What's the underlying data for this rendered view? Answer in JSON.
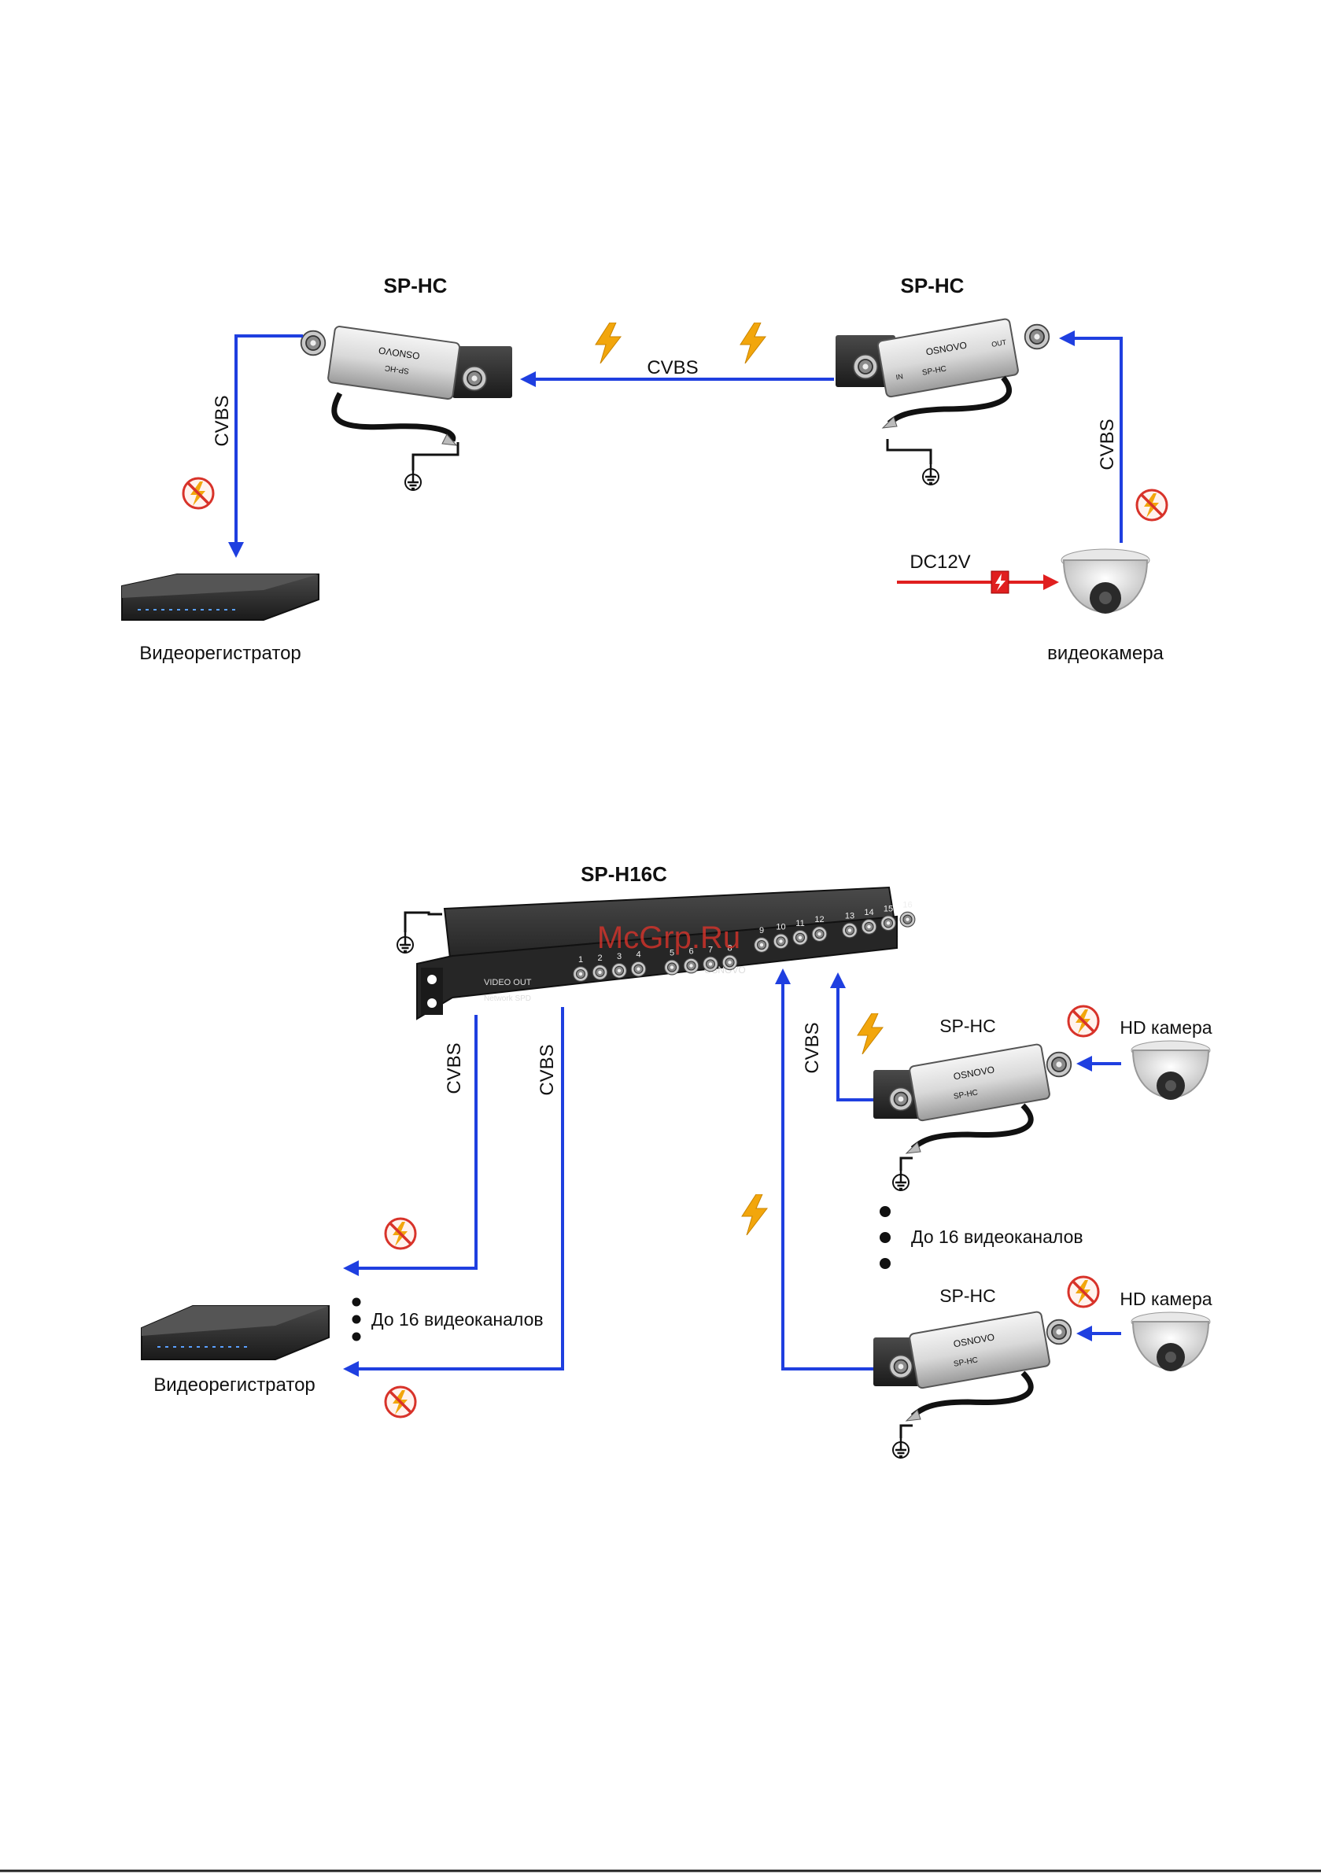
{
  "colors": {
    "signal_line": "#1f3fe0",
    "power_line": "#e01f1f",
    "surge_bolt": "#f2a60c",
    "protected_mark": "#d8332a",
    "device_dark": "#2a2a2a"
  },
  "diagram1": {
    "left_protector_title": "SP-HC",
    "right_protector_title": "SP-HC",
    "link_label": "CVBS",
    "left_drop_label": "CVBS",
    "right_rise_label": "CVBS",
    "power_label": "DC12V",
    "recorder_label": "Видеорегистратор",
    "camera_label": "видеокамера",
    "protector_brand": "OSNOVO",
    "protector_model": "SP-HC",
    "port_in": "IN",
    "port_out": "OUT"
  },
  "diagram2": {
    "rack_title": "SP-H16C",
    "watermark": "McGrp.Ru",
    "rack_brand": "OSNOVO",
    "rack_video_out": "VIDEO OUT",
    "rack_network_spd": "Network SPD",
    "rack_port_numbers": [
      "1",
      "2",
      "3",
      "4",
      "5",
      "6",
      "7",
      "8",
      "9",
      "10",
      "11",
      "12",
      "13",
      "14",
      "15",
      "16"
    ],
    "out_line1_label": "CVBS",
    "out_line2_label": "CVBS",
    "in_line_label": "CVBS",
    "recorder_label": "Видеорегистратор",
    "recorder_channels": "До 16 видеоканалов",
    "camera_channels": "До 16 видеоканалов",
    "top_protector_title": "SP-HC",
    "bottom_protector_title": "SP-HC",
    "top_camera_label": "HD камера",
    "bottom_camera_label": "HD камера",
    "protector_brand": "OSNOVO",
    "protector_model": "SP-HC"
  }
}
